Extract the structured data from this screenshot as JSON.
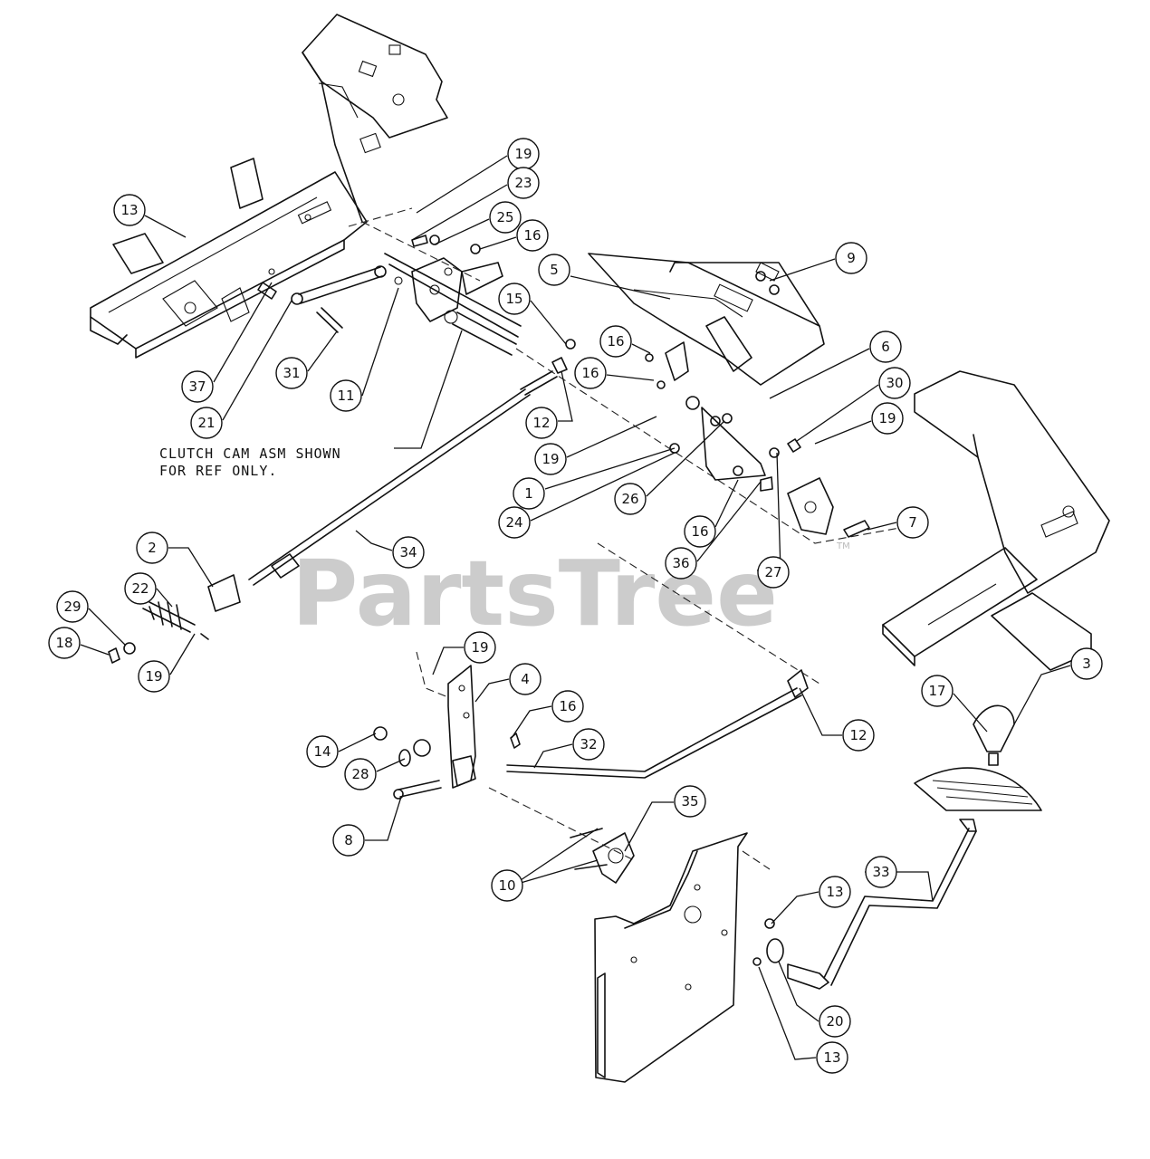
{
  "note": {
    "line1": "CLUTCH CAM ASM SHOWN",
    "line2": "FOR REF ONLY."
  },
  "watermark": "PartsTree",
  "watermark_mark": "TM",
  "callouts": [
    {
      "label": "19"
    },
    {
      "label": "23"
    },
    {
      "label": "13"
    },
    {
      "label": "25"
    },
    {
      "label": "16"
    },
    {
      "label": "9"
    },
    {
      "label": "5"
    },
    {
      "label": "15"
    },
    {
      "label": "16"
    },
    {
      "label": "16"
    },
    {
      "label": "6"
    },
    {
      "label": "30"
    },
    {
      "label": "19"
    },
    {
      "label": "37"
    },
    {
      "label": "31"
    },
    {
      "label": "11"
    },
    {
      "label": "21"
    },
    {
      "label": "12"
    },
    {
      "label": "19"
    },
    {
      "label": "1"
    },
    {
      "label": "26"
    },
    {
      "label": "24"
    },
    {
      "label": "16"
    },
    {
      "label": "7"
    },
    {
      "label": "36"
    },
    {
      "label": "27"
    },
    {
      "label": "34"
    },
    {
      "label": "2"
    },
    {
      "label": "22"
    },
    {
      "label": "29"
    },
    {
      "label": "18"
    },
    {
      "label": "19"
    },
    {
      "label": "19"
    },
    {
      "label": "4"
    },
    {
      "label": "16"
    },
    {
      "label": "32"
    },
    {
      "label": "12"
    },
    {
      "label": "3"
    },
    {
      "label": "17"
    },
    {
      "label": "14"
    },
    {
      "label": "28"
    },
    {
      "label": "8"
    },
    {
      "label": "35"
    },
    {
      "label": "10"
    },
    {
      "label": "33"
    },
    {
      "label": "13"
    },
    {
      "label": "20"
    },
    {
      "label": "13"
    }
  ]
}
